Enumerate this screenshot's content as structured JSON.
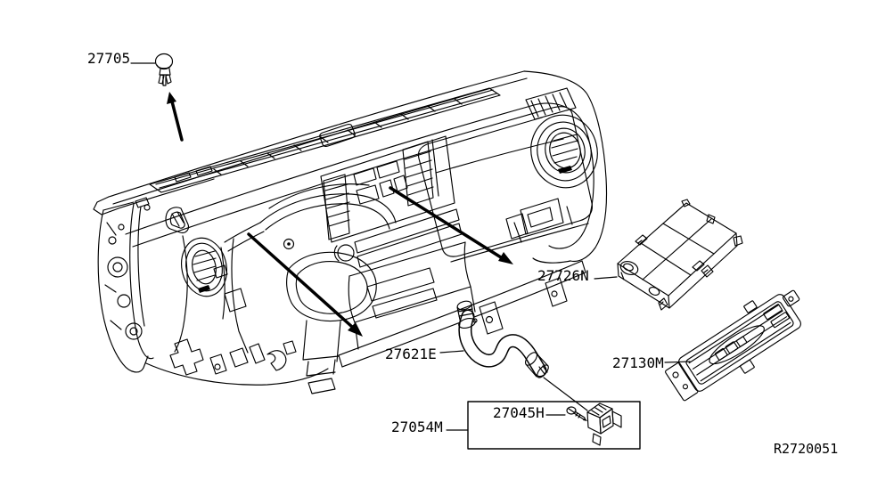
{
  "colors": {
    "ink": "#000000",
    "background": "#ffffff"
  },
  "callouts": [
    {
      "label": "27705"
    },
    {
      "label": "27726N"
    },
    {
      "label": "27621E"
    },
    {
      "label": "27130M"
    },
    {
      "label": "27054M"
    },
    {
      "label": "27045H"
    }
  ],
  "reference": "R2720051"
}
